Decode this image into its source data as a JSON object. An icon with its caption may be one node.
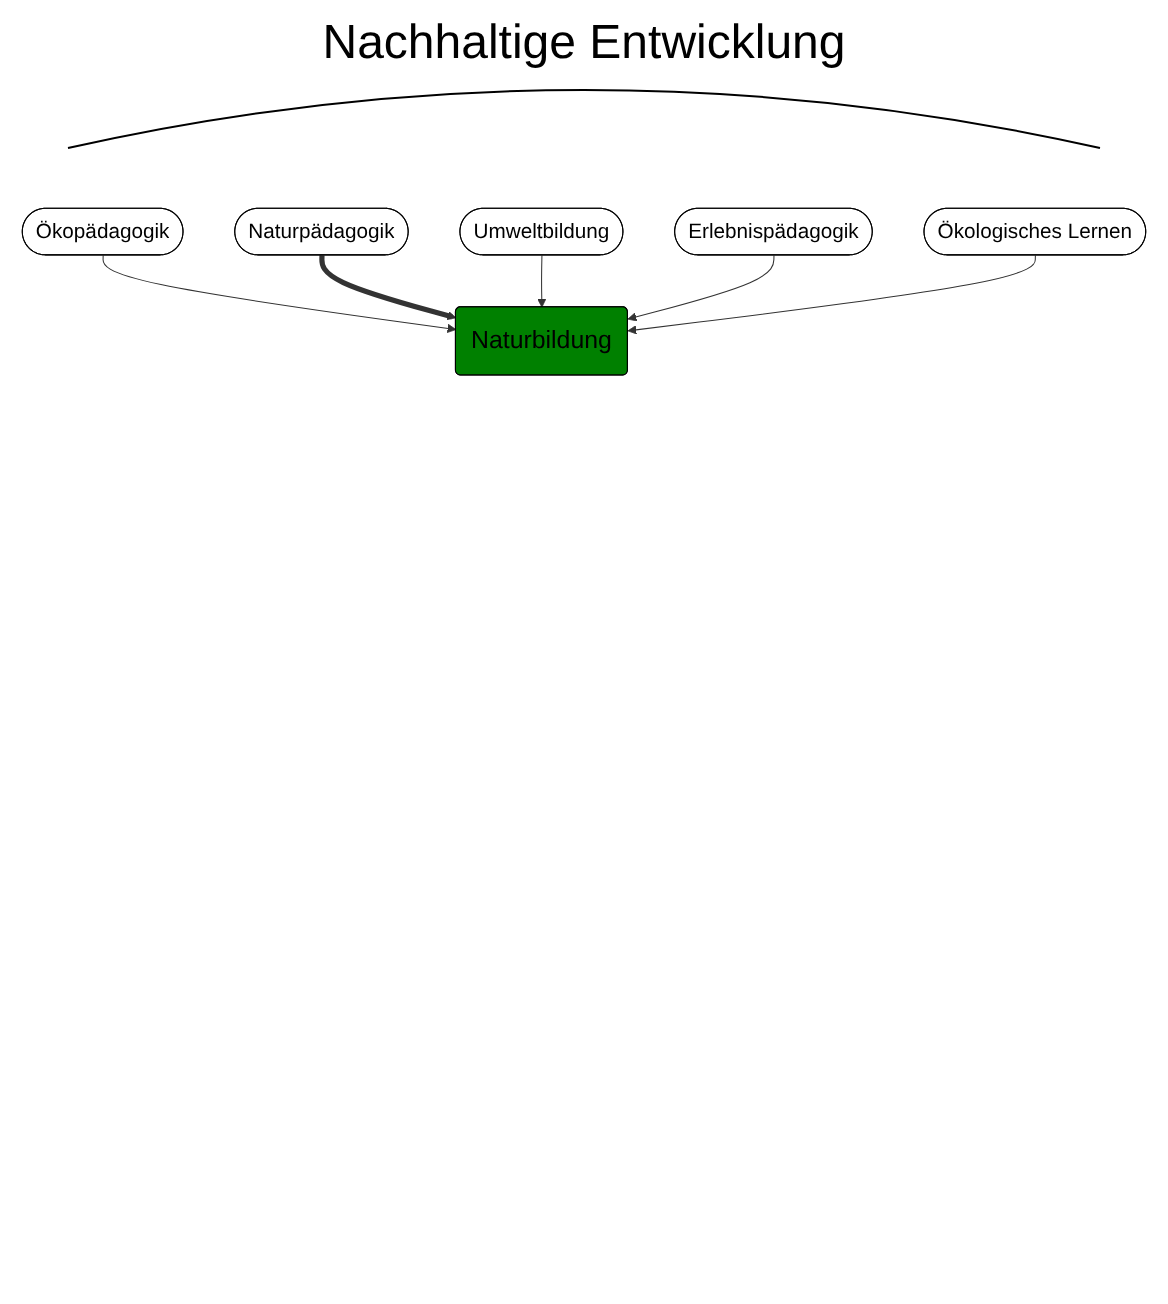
{
  "diagram": {
    "title": "Nachhaltige Entwicklung",
    "nodes": [
      {
        "text": [
          "Ökopädagogik"
        ]
      },
      {
        "text": [
          "Naturbildung"
        ]
      },
      {
        "text": [
          "Naturpädagogik"
        ]
      },
      {
        "text": [
          "Umweltbildung"
        ]
      },
      {
        "text": [
          "Erlebnispädagogik"
        ]
      },
      {
        "text": [
          "Ökologisches Lernen"
        ]
      }
    ],
    "edges": [
      {
        "from": 0,
        "to": 1,
        "arrow": "to"
      },
      {
        "from": 2,
        "to": 1,
        "arrow": "to",
        "style": "thick"
      },
      {
        "from": 3,
        "to": 1,
        "arrow": "to"
      },
      {
        "from": 4,
        "to": 1,
        "arrow": "to"
      },
      {
        "from": 5,
        "to": 1,
        "arrow": "to"
      }
    ]
  }
}
